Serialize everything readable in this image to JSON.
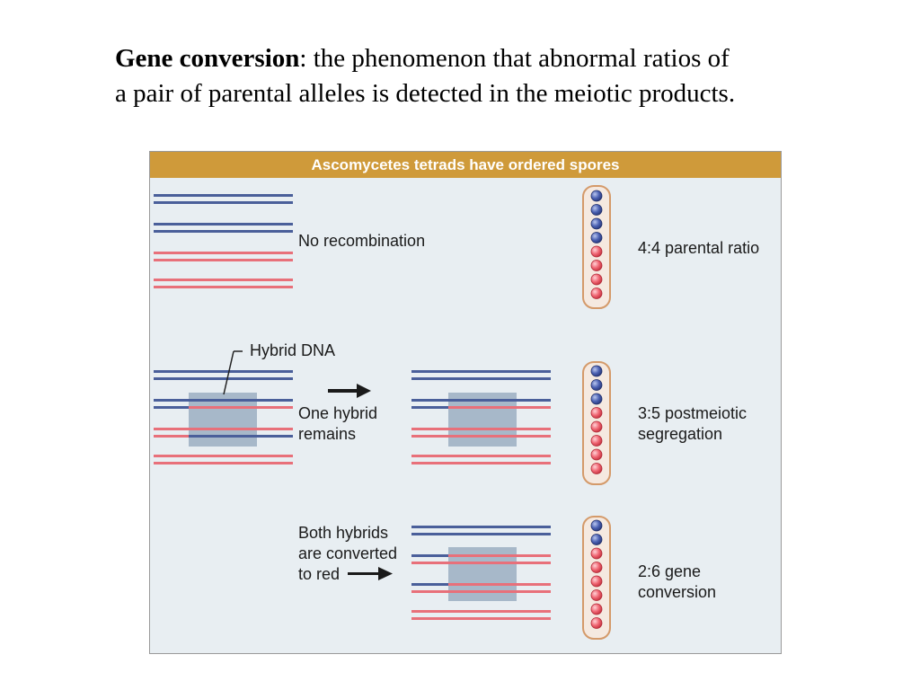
{
  "heading": {
    "term": "Gene conversion",
    "line1_rest": ": the phenomenon that abnormal ratios of",
    "line2": "a pair of parental alleles is detected in the meiotic products."
  },
  "figure": {
    "banner": "Ascomycetes tetrads have ordered spores",
    "panels": [
      {
        "description": "No recombination",
        "outcome": "4:4 parental ratio",
        "spores": [
          "blue",
          "blue",
          "blue",
          "blue",
          "red",
          "red",
          "red",
          "red"
        ]
      },
      {
        "callout": "Hybrid DNA",
        "description_lines": [
          "One hybrid",
          "remains"
        ],
        "outcome_lines": [
          "3:5 postmeiotic",
          "segregation"
        ],
        "spores": [
          "blue",
          "blue",
          "blue",
          "red",
          "red",
          "red",
          "red",
          "red"
        ]
      },
      {
        "description_lines": [
          "Both hybrids",
          "are converted",
          "to red"
        ],
        "outcome_lines": [
          "2:6 gene",
          "conversion"
        ],
        "spores": [
          "blue",
          "blue",
          "red",
          "red",
          "red",
          "red",
          "red",
          "red"
        ]
      }
    ]
  },
  "colors": {
    "blue_strand": "#4a5f9a",
    "red_strand": "#e8707a",
    "hybrid_region": "#a7b8c9",
    "ascus_border": "#d49a6a",
    "banner": "#cf9a3a",
    "figure_background": "#e8eef2"
  }
}
